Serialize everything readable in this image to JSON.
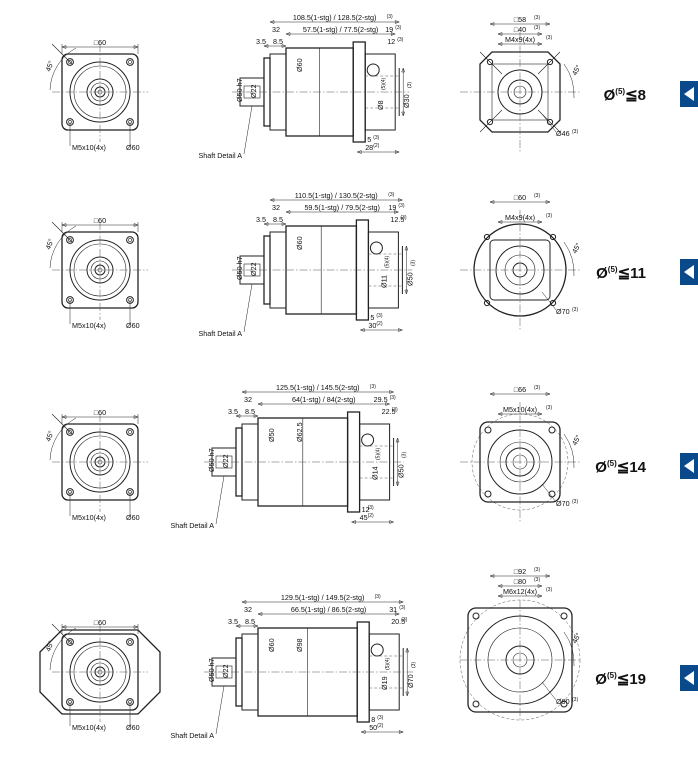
{
  "rows": [
    {
      "id": "8",
      "flange": {
        "square": "□60",
        "angle": "45°",
        "holes": "M5x10(4x)",
        "pcd": "Ø60"
      },
      "side": {
        "total": "108.5(1-stg) / 128.5(2-stg)",
        "total_note": "(3)",
        "body": "57.5(1-stg) / 77.5(2-stg)",
        "d32": "32",
        "d35": "3.5",
        "d85": "8.5",
        "body_dia": "Ø60",
        "shaft": "Ø50 h7",
        "shaft2": "Ø22",
        "out_a": "19",
        "out_a_note": "(3)",
        "out_b": "12",
        "out_b_note": "(3)",
        "out_c": "Ø8",
        "out_c_note": "(5)(4)",
        "out_d": "Ø30",
        "out_d_note": "(3)",
        "out_e": "5",
        "out_e_note": "(3)",
        "out_f": "28",
        "out_f_note": "(2)",
        "shaft_detail": "Shaft Detail  A"
      },
      "end": {
        "sq1": "□58",
        "sq1_note": "(3)",
        "sq2": "□40",
        "sq2_note": "(3)",
        "holes": "M4x9(4x)",
        "holes_note": "(3)",
        "angle": "45°",
        "pcd": "Ø46",
        "pcd_note": "(3)"
      },
      "label": {
        "prefix": "Ø",
        "note": "(5)",
        "op": "≦",
        "value": "8"
      }
    },
    {
      "id": "11",
      "flange": {
        "square": "□60",
        "angle": "45°",
        "holes": "M5x10(4x)",
        "pcd": "Ø60"
      },
      "side": {
        "total": "110.5(1-stg) / 130.5(2-stg)",
        "total_note": "(3)",
        "body": "59.5(1-stg) / 79.5(2-stg)",
        "d32": "32",
        "d35": "3.5",
        "d85": "8.5",
        "body_dia": "Ø60",
        "shaft": "Ø50 h7",
        "shaft2": "Ø22",
        "out_a": "19",
        "out_a_note": "(3)",
        "out_b": "12.5",
        "out_b_note": "(3)",
        "out_c": "Ø11",
        "out_c_note": "(5)(4)",
        "out_d": "Ø50",
        "out_d_note": "(3)",
        "out_e": "5",
        "out_e_note": "(3)",
        "out_f": "30",
        "out_f_note": "(2)",
        "shaft_detail": "Shaft Detail  A"
      },
      "end": {
        "sq1": "□60",
        "sq1_note": "(3)",
        "sq2": "",
        "holes": "M4x9(4x)",
        "holes_note": "(3)",
        "angle": "45°",
        "pcd": "Ø70",
        "pcd_note": "(3)"
      },
      "label": {
        "prefix": "Ø",
        "note": "(5)",
        "op": "≦",
        "value": "11"
      }
    },
    {
      "id": "14",
      "flange": {
        "square": "□60",
        "angle": "45°",
        "holes": "M5x10(4x)",
        "pcd": "Ø60"
      },
      "side": {
        "total": "125.5(1-stg) / 145.5(2-stg)",
        "total_note": "(3)",
        "body": "64(1-stg) / 84(2-stg)",
        "d32": "32",
        "d35": "3.5",
        "d85": "8.5",
        "body_dia": "Ø50",
        "body_dia2": "Ø62.5",
        "shaft": "Ø50 h7",
        "shaft2": "Ø22",
        "out_a": "29.5",
        "out_a_note": "(3)",
        "out_b": "22.5",
        "out_b_note": "(3)",
        "out_c": "Ø14",
        "out_c_note": "(5)(4)",
        "out_d": "Ø50",
        "out_d_note": "(3)",
        "out_e": "12",
        "out_e_note": "(3)",
        "out_f": "45",
        "out_f_note": "(2)",
        "shaft_detail": "Shaft Detail  A"
      },
      "end": {
        "sq1": "□66",
        "sq1_note": "(3)",
        "sq2": "",
        "holes": "M5x10(4x)",
        "holes_note": "(3)",
        "angle": "45°",
        "pcd": "Ø70",
        "pcd_note": "(3)"
      },
      "label": {
        "prefix": "Ø",
        "note": "(5)",
        "op": "≦",
        "value": "14"
      }
    },
    {
      "id": "19",
      "flange": {
        "square": "□60",
        "angle": "45°",
        "holes": "M5x10(4x)",
        "pcd": "Ø60"
      },
      "side": {
        "total": "129.5(1-stg) / 149.5(2-stg)",
        "total_note": "(3)",
        "body": "66.5(1-stg) / 86.5(2-stg)",
        "d32": "32",
        "d35": "3.5",
        "d85": "8.5",
        "body_dia": "Ø60",
        "body_dia2": "Ø98",
        "shaft": "Ø50 h7",
        "shaft2": "Ø22",
        "out_a": "31",
        "out_a_note": "(3)",
        "out_b": "20.5",
        "out_b_note": "(3)",
        "out_c": "Ø19",
        "out_c_note": "(5)(4)",
        "out_d": "Ø70",
        "out_d_note": "(3)",
        "out_e": "8",
        "out_e_note": "(3)",
        "out_f": "50",
        "out_f_note": "(2)",
        "shaft_detail": "Shaft Detail  A"
      },
      "end": {
        "sq1": "□92",
        "sq1_note": "(3)",
        "sq2": "□80",
        "sq2_note": "(3)",
        "holes": "M6x12(4x)",
        "holes_note": "(3)",
        "angle": "45°",
        "pcd": "Ø90",
        "pcd_note": "(3)"
      },
      "label": {
        "prefix": "Ø",
        "note": "(5)",
        "op": "≦",
        "value": "19"
      }
    }
  ],
  "colors": {
    "tab": "#0a4a8a",
    "line": "#222222"
  }
}
